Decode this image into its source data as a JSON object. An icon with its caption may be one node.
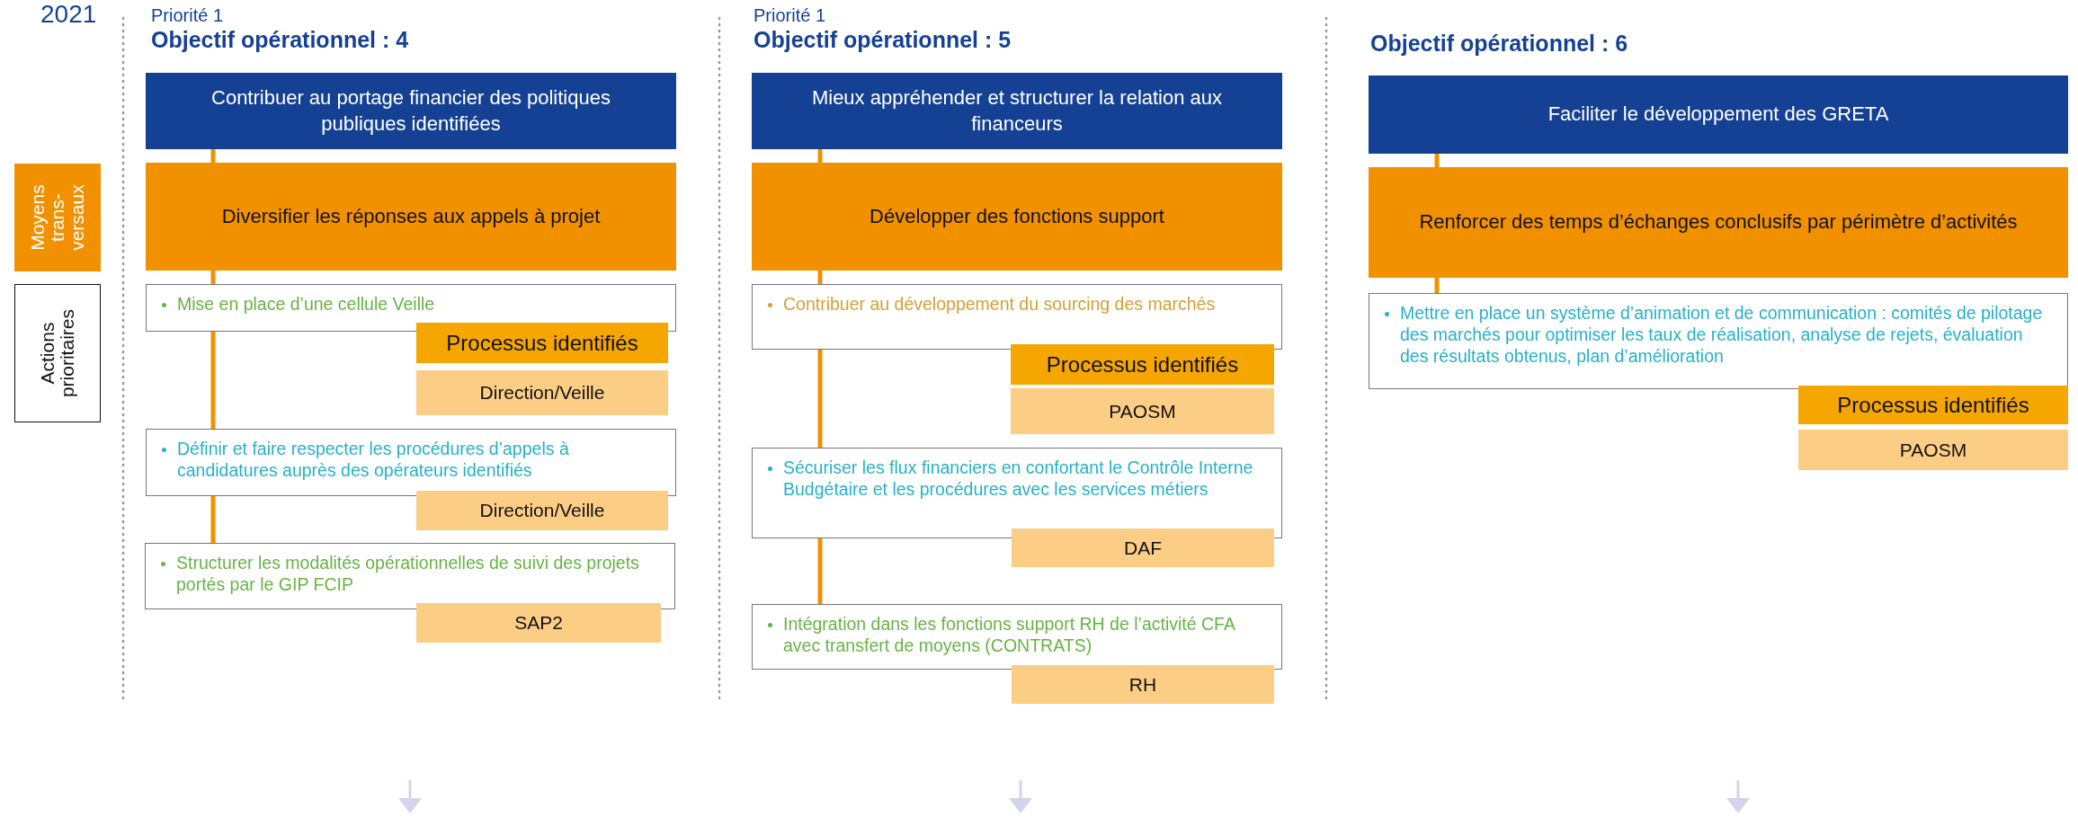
{
  "diagram": {
    "nodes": [
      {
        "text": [
          "Moyens trans- versaux"
        ]
      },
      {
        "text": [
          "Actions prioritaires"
        ]
      },
      {
        "text": [
          "Contribuer au portage financier des politiques publiques identifiées"
        ]
      },
      {
        "text": [
          "Diversifier les réponses aux appels à projet"
        ]
      },
      {
        "text": [
          "Mise en place d’une cellule Veille"
        ]
      },
      {
        "text": [
          "Processus identifiés"
        ]
      },
      {
        "text": [
          "Direction/Veille"
        ]
      },
      {
        "text": [
          "Définir et faire respecter les procédures d’appels à candidatures auprès des opérateurs identifiés"
        ]
      },
      {
        "text": [
          "Direction/Veille"
        ]
      },
      {
        "text": [
          "Structurer les modalités opérationnelles de suivi des projets portés par le GIP FCIP"
        ]
      },
      {
        "text": [
          "SAP2"
        ]
      },
      {
        "text": [
          "Mieux appréhender et structurer la relation aux financeurs"
        ]
      },
      {
        "text": [
          "Développer des fonctions support"
        ]
      },
      {
        "text": [
          "Contribuer au développement du sourcing des marchés"
        ]
      },
      {
        "text": [
          "Processus identifiés"
        ]
      },
      {
        "text": [
          "PAOSM"
        ]
      },
      {
        "text": [
          "Sécuriser les flux financiers en confortant le Contrôle Interne Budgétaire et les procédures avec les services métiers"
        ]
      },
      {
        "text": [
          "DAF"
        ]
      },
      {
        "text": [
          "Intégration dans les fonctions support RH de l’activité CFA avec transfert de moyens (CONTRATS)"
        ]
      },
      {
        "text": [
          "RH"
        ]
      },
      {
        "text": [
          "Faciliter le développement des GRETA"
        ]
      },
      {
        "text": [
          "Renforcer des temps d’échanges conclusifs par périmètre d’activités"
        ]
      },
      {
        "text": [
          "Mettre en place un système d’animation et de communication : comités de pilotage des marchés pour optimiser les taux de réalisation, analyse de rejets, évaluation des résultats obtenus, plan d’amélioration"
        ]
      },
      {
        "text": [
          "Processus identifiés"
        ]
      },
      {
        "text": [
          "PAOSM"
        ]
      }
    ],
    "edges": [
      {
        "from": 2,
        "to": 3,
        "arrow": "none"
      },
      {
        "from": 3,
        "to": 4,
        "arrow": "none"
      },
      {
        "from": 4,
        "to": 7,
        "arrow": "none"
      },
      {
        "from": 7,
        "to": 9,
        "arrow": "none"
      },
      {
        "from": 11,
        "to": 12,
        "arrow": "none"
      },
      {
        "from": 12,
        "to": 13,
        "arrow": "none"
      },
      {
        "from": 13,
        "to": 16,
        "arrow": "none"
      },
      {
        "from": 16,
        "to": 18,
        "arrow": "none"
      },
      {
        "from": 20,
        "to": 21,
        "arrow": "none"
      },
      {
        "from": 21,
        "to": 22,
        "arrow": "none"
      }
    ],
    "labels": [
      "2021",
      "Priorité 1",
      "Objectif opérationnel : 4",
      "Priorité 1",
      "Objectif opérationnel : 5",
      "Objectif opérationnel : 6"
    ]
  }
}
